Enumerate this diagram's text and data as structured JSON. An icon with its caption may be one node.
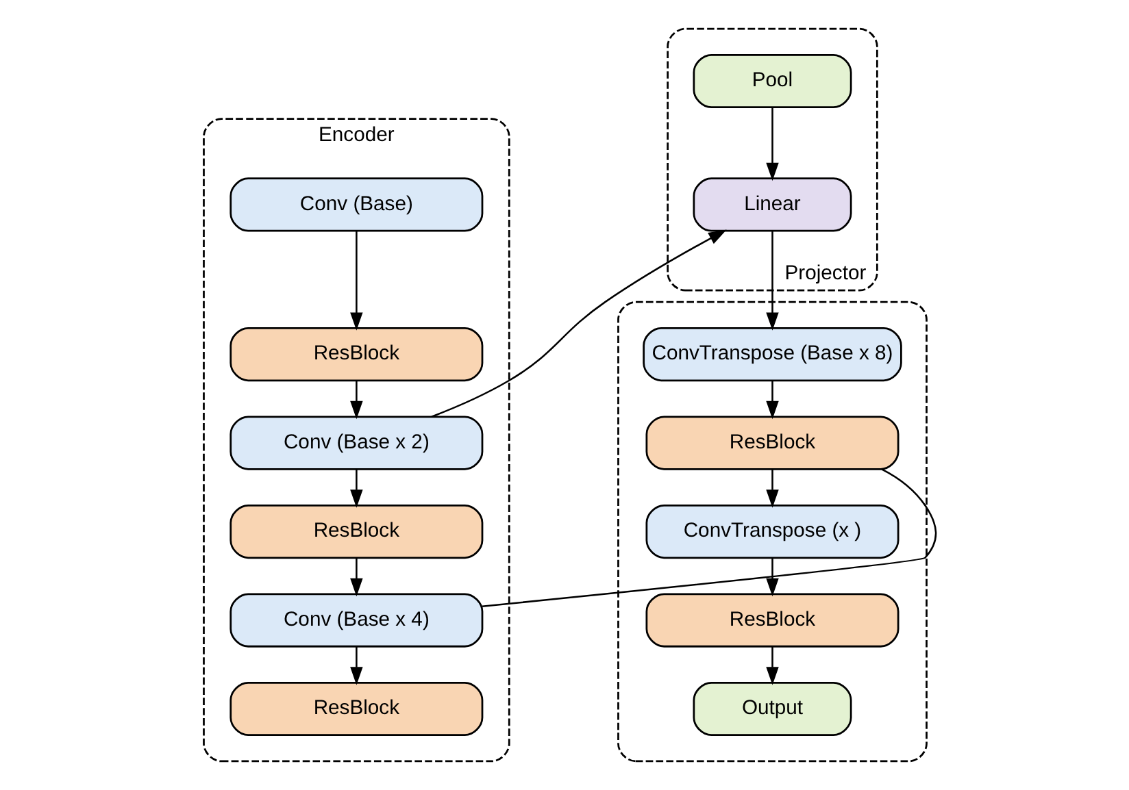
{
  "diagram": {
    "nodes": [
      {
        "text": [
          "Encoder"
        ]
      },
      {
        "text": [
          "Conv (Base)"
        ],
        "in": 0
      },
      {
        "text": [
          "ResBlock"
        ],
        "in": 0
      },
      {
        "text": [
          "Conv (Base x 2)"
        ],
        "in": 0
      },
      {
        "text": [
          "ResBlock"
        ],
        "in": 0
      },
      {
        "text": [
          "Conv (Base x 4)"
        ],
        "in": 0
      },
      {
        "text": [
          "ResBlock"
        ],
        "in": 0
      },
      {
        "text": [
          "Projector"
        ]
      },
      {
        "text": [
          "Pool"
        ],
        "in": 7
      },
      {
        "text": [
          "Linear"
        ],
        "in": 7
      },
      {
        "text": [],
        "shape": "box"
      },
      {
        "text": [
          "ConvTranspose (Base x 8)"
        ],
        "in": 10
      },
      {
        "text": [
          "ResBlock"
        ],
        "in": 10
      },
      {
        "text": [
          "ConvTranspose (x )"
        ],
        "in": 10
      },
      {
        "text": [
          "ResBlock"
        ],
        "in": 10
      },
      {
        "text": [
          "Output"
        ],
        "in": 10
      }
    ],
    "edges": [
      {
        "from": 1,
        "to": 2,
        "arrow": "to"
      },
      {
        "from": 2,
        "to": 3,
        "arrow": "to"
      },
      {
        "from": 3,
        "to": 4,
        "arrow": "to"
      },
      {
        "from": 4,
        "to": 5,
        "arrow": "to"
      },
      {
        "from": 5,
        "to": 6,
        "arrow": "to"
      },
      {
        "from": 3,
        "to": 9,
        "arrow": "to"
      },
      {
        "from": 8,
        "to": 9,
        "arrow": "to"
      },
      {
        "from": 9,
        "to": 11,
        "arrow": "to"
      },
      {
        "from": 5,
        "to": 12,
        "arrow": "none"
      },
      {
        "from": 11,
        "to": 12,
        "arrow": "to"
      },
      {
        "from": 12,
        "to": 13,
        "arrow": "to"
      },
      {
        "from": 13,
        "to": 14,
        "arrow": "to"
      },
      {
        "from": 14,
        "to": 15,
        "arrow": "to"
      }
    ]
  }
}
